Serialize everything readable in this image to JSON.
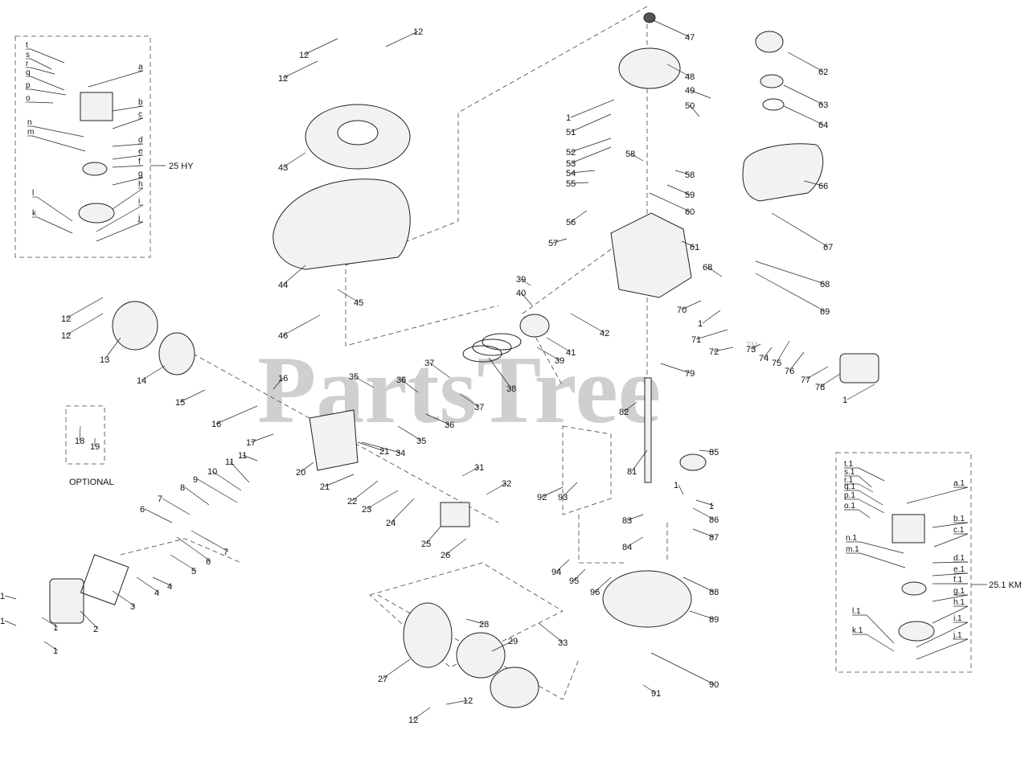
{
  "watermark": "PartsTree",
  "watermark_tm": "TM",
  "callouts": [
    {
      "id": "c47",
      "text": "47"
    },
    {
      "id": "c48",
      "text": "48"
    },
    {
      "id": "c49",
      "text": "49"
    },
    {
      "id": "c50",
      "text": "50"
    },
    {
      "id": "c1a",
      "text": "1"
    },
    {
      "id": "c51",
      "text": "51"
    },
    {
      "id": "c52",
      "text": "52"
    },
    {
      "id": "c53",
      "text": "53"
    },
    {
      "id": "c54",
      "text": "54"
    },
    {
      "id": "c55",
      "text": "55"
    },
    {
      "id": "c56",
      "text": "56"
    },
    {
      "id": "c57",
      "text": "57"
    },
    {
      "id": "c58a",
      "text": "58"
    },
    {
      "id": "c58b",
      "text": "58"
    },
    {
      "id": "c59",
      "text": "59"
    },
    {
      "id": "c60",
      "text": "60"
    },
    {
      "id": "c61",
      "text": "61"
    },
    {
      "id": "c62",
      "text": "62"
    },
    {
      "id": "c63",
      "text": "63"
    },
    {
      "id": "c64",
      "text": "64"
    },
    {
      "id": "c66",
      "text": "66"
    },
    {
      "id": "c67",
      "text": "67"
    },
    {
      "id": "c68a",
      "text": "68"
    },
    {
      "id": "c68b",
      "text": "68"
    },
    {
      "id": "c69",
      "text": "69"
    },
    {
      "id": "c70",
      "text": "70"
    },
    {
      "id": "c1b",
      "text": "1"
    },
    {
      "id": "c71",
      "text": "71"
    },
    {
      "id": "c72",
      "text": "72"
    },
    {
      "id": "c73",
      "text": "73"
    },
    {
      "id": "c74",
      "text": "74"
    },
    {
      "id": "c75",
      "text": "75"
    },
    {
      "id": "c76",
      "text": "76"
    },
    {
      "id": "c77",
      "text": "77"
    },
    {
      "id": "c78",
      "text": "78"
    },
    {
      "id": "c1c",
      "text": "1"
    },
    {
      "id": "c79",
      "text": "79"
    },
    {
      "id": "c82",
      "text": "82"
    },
    {
      "id": "c81",
      "text": "81"
    },
    {
      "id": "c85",
      "text": "85"
    },
    {
      "id": "c1d",
      "text": "1"
    },
    {
      "id": "c1e",
      "text": "1"
    },
    {
      "id": "c86",
      "text": "86"
    },
    {
      "id": "c87",
      "text": "87"
    },
    {
      "id": "c83",
      "text": "83"
    },
    {
      "id": "c84",
      "text": "84"
    },
    {
      "id": "c88",
      "text": "88"
    },
    {
      "id": "c89",
      "text": "89"
    },
    {
      "id": "c90",
      "text": "90"
    },
    {
      "id": "c91",
      "text": "91"
    },
    {
      "id": "c92",
      "text": "92"
    },
    {
      "id": "c93",
      "text": "93"
    },
    {
      "id": "c94",
      "text": "94"
    },
    {
      "id": "c95",
      "text": "95"
    },
    {
      "id": "c96",
      "text": "96"
    },
    {
      "id": "c12a",
      "text": "12"
    },
    {
      "id": "c12b",
      "text": "12"
    },
    {
      "id": "c12c",
      "text": "12"
    },
    {
      "id": "c43",
      "text": "43"
    },
    {
      "id": "c44",
      "text": "44"
    },
    {
      "id": "c45",
      "text": "45"
    },
    {
      "id": "c46",
      "text": "46"
    },
    {
      "id": "c12d",
      "text": "12"
    },
    {
      "id": "c12e",
      "text": "12"
    },
    {
      "id": "c13",
      "text": "13"
    },
    {
      "id": "c14",
      "text": "14"
    },
    {
      "id": "c15",
      "text": "15"
    },
    {
      "id": "c16a",
      "text": "16"
    },
    {
      "id": "c16b",
      "text": "16"
    },
    {
      "id": "c35a",
      "text": "35"
    },
    {
      "id": "c36a",
      "text": "36"
    },
    {
      "id": "c37a",
      "text": "37"
    },
    {
      "id": "c38",
      "text": "38"
    },
    {
      "id": "c37b",
      "text": "37"
    },
    {
      "id": "c36b",
      "text": "36"
    },
    {
      "id": "c35b",
      "text": "35"
    },
    {
      "id": "c39a",
      "text": "39"
    },
    {
      "id": "c40",
      "text": "40"
    },
    {
      "id": "c41",
      "text": "41"
    },
    {
      "id": "c39b",
      "text": "39"
    },
    {
      "id": "c42",
      "text": "42"
    },
    {
      "id": "c17",
      "text": "17"
    },
    {
      "id": "c18",
      "text": "18"
    },
    {
      "id": "c19",
      "text": "19"
    },
    {
      "id": "c20",
      "text": "20"
    },
    {
      "id": "c21a",
      "text": "21"
    },
    {
      "id": "c21b",
      "text": "21"
    },
    {
      "id": "c34",
      "text": "34"
    },
    {
      "id": "c11a",
      "text": "11"
    },
    {
      "id": "c11b",
      "text": "11"
    },
    {
      "id": "c10",
      "text": "10"
    },
    {
      "id": "c9",
      "text": "9"
    },
    {
      "id": "c8",
      "text": "8"
    },
    {
      "id": "c7a",
      "text": "7"
    },
    {
      "id": "c7b",
      "text": "7"
    },
    {
      "id": "c6a",
      "text": "6"
    },
    {
      "id": "c6b",
      "text": "6"
    },
    {
      "id": "c5",
      "text": "5"
    },
    {
      "id": "c4a",
      "text": "4"
    },
    {
      "id": "c4b",
      "text": "4"
    },
    {
      "id": "c3",
      "text": "3"
    },
    {
      "id": "c2",
      "text": "2"
    },
    {
      "id": "c1f",
      "text": "1"
    },
    {
      "id": "c1g",
      "text": "1"
    },
    {
      "id": "c1h",
      "text": "1"
    },
    {
      "id": "c1i",
      "text": "1"
    },
    {
      "id": "c22",
      "text": "22"
    },
    {
      "id": "c23",
      "text": "23"
    },
    {
      "id": "c24",
      "text": "24"
    },
    {
      "id": "c25",
      "text": "25"
    },
    {
      "id": "c26",
      "text": "26"
    },
    {
      "id": "c31",
      "text": "31"
    },
    {
      "id": "c32",
      "text": "32"
    },
    {
      "id": "c27",
      "text": "27"
    },
    {
      "id": "c28",
      "text": "28"
    },
    {
      "id": "c29",
      "text": "29"
    },
    {
      "id": "c33",
      "text": "33"
    },
    {
      "id": "c12f",
      "text": "12"
    },
    {
      "id": "c12g",
      "text": "12"
    }
  ],
  "carb_left": {
    "kit_label": "25 HY",
    "letters": [
      "t",
      "s",
      "r",
      "q",
      "p",
      "o",
      "n",
      "m",
      "a",
      "b",
      "c",
      "d",
      "e",
      "f",
      "g",
      "h",
      "l",
      "k",
      "i",
      "j"
    ]
  },
  "carb_right": {
    "kit_label": "25.1 KM",
    "letters": [
      "t.1",
      "s.1",
      "r.1",
      "q.1",
      "p.1",
      "o.1",
      "n.1",
      "m.1",
      "a.1",
      "b.1",
      "c.1",
      "d.1",
      "e.1",
      "f.1",
      "g.1",
      "h.1",
      "l.1",
      "k.1",
      "i.1",
      "j.1"
    ]
  },
  "optional_label": "OPTIONAL"
}
